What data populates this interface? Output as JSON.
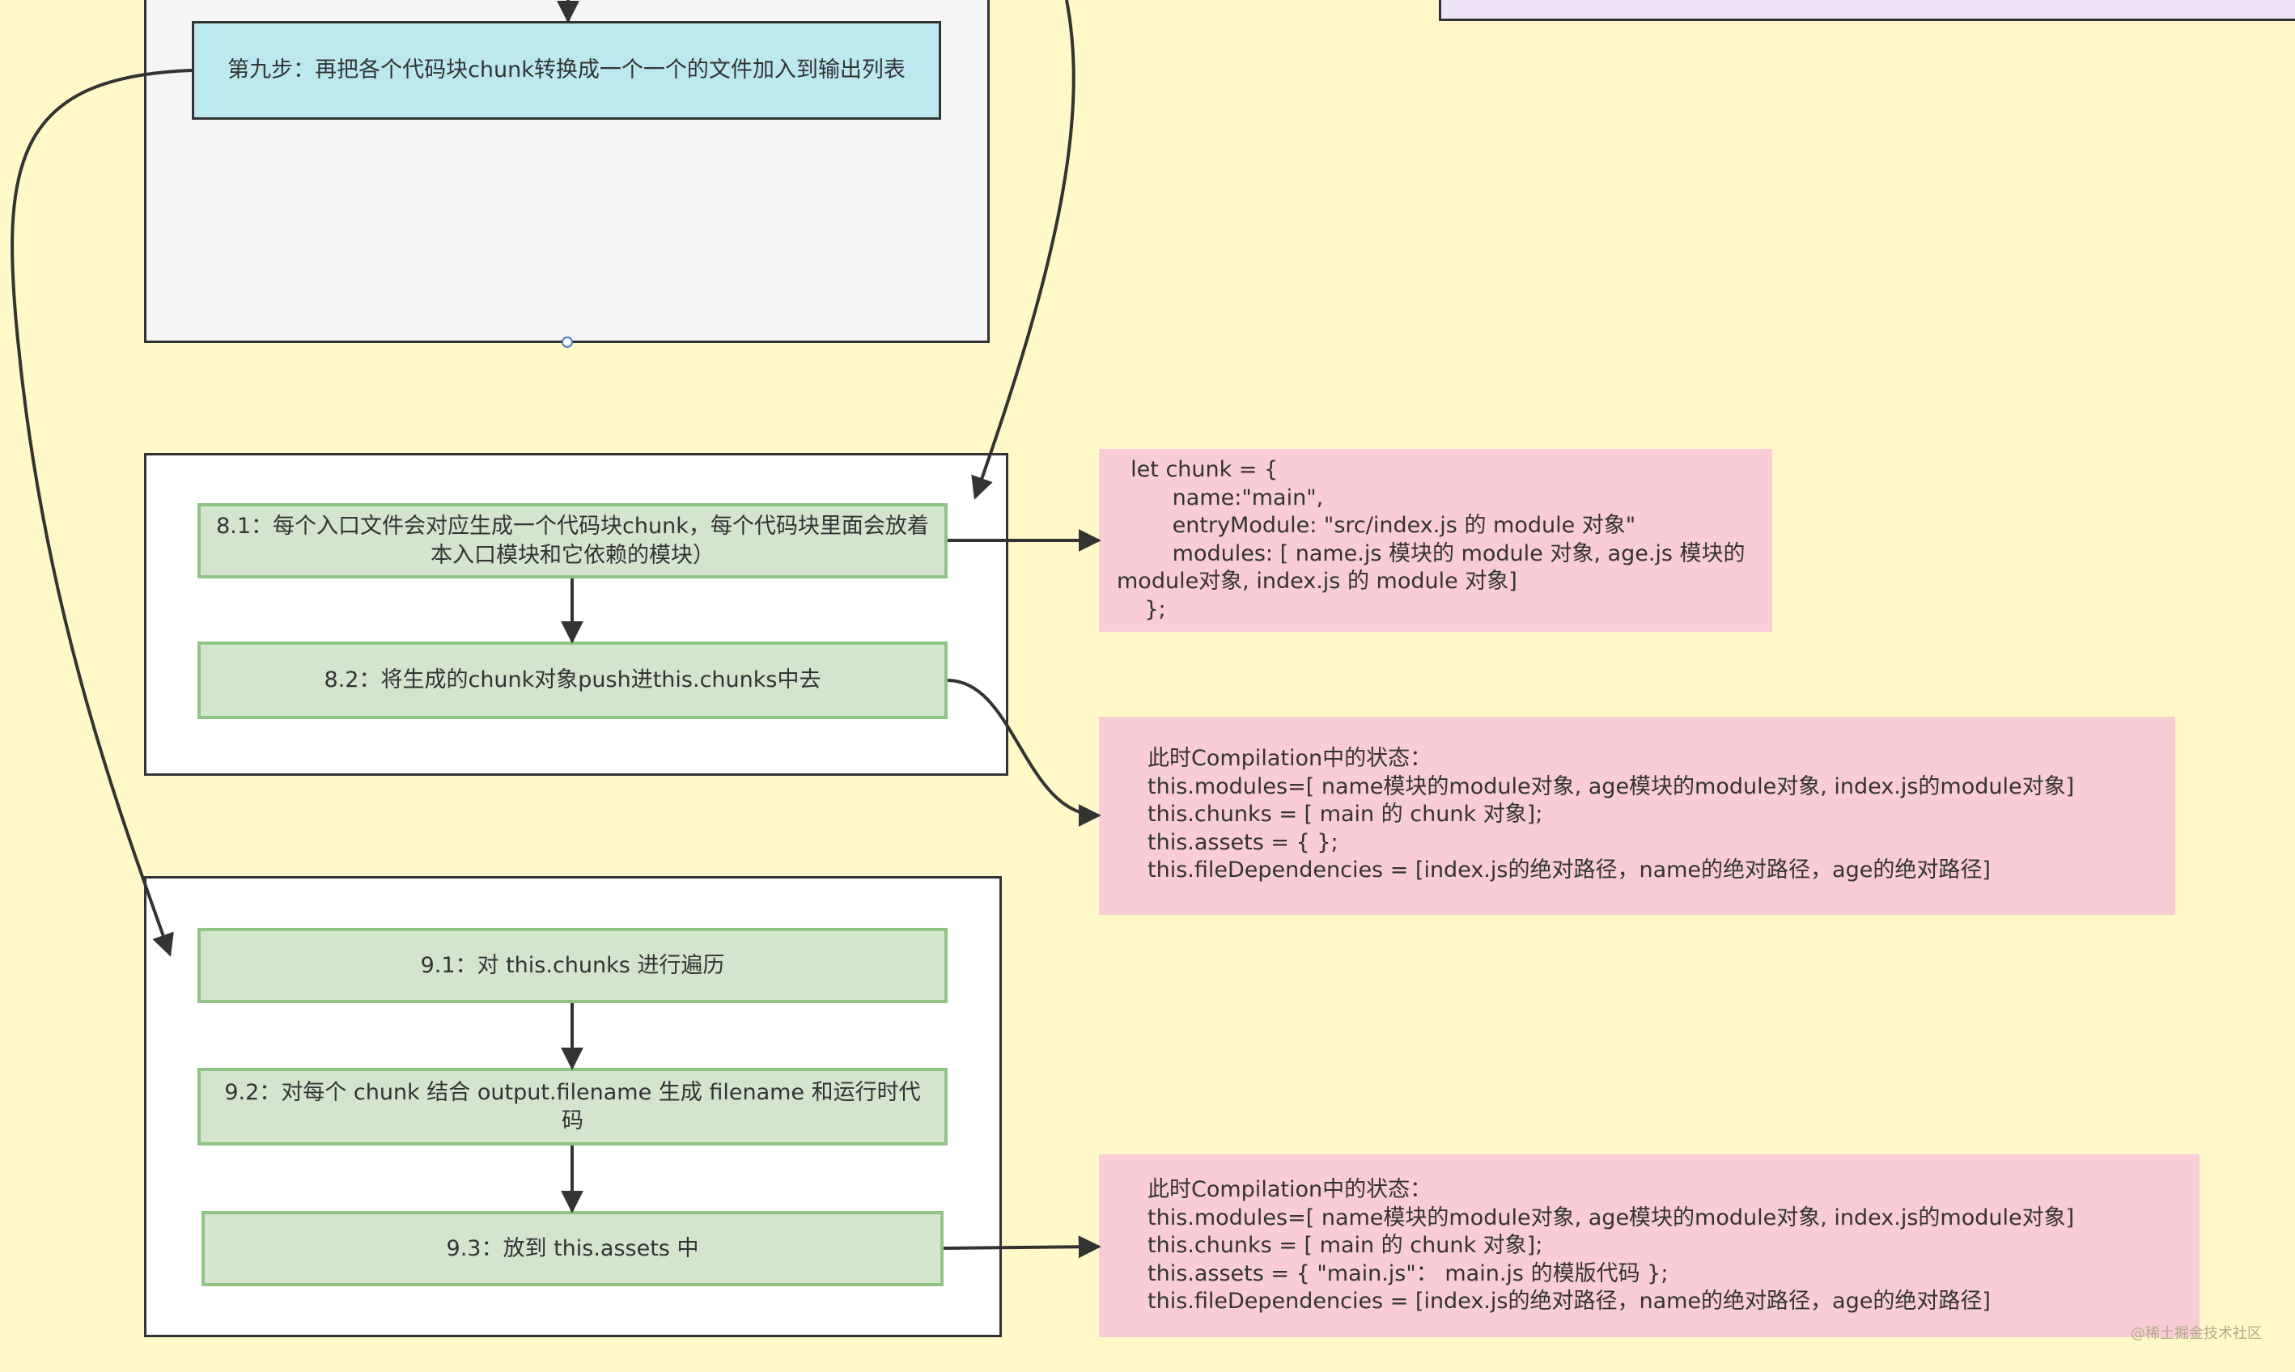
{
  "nodes": {
    "step9": "第九步：再把各个代码块chunk转换成一个一个的文件加入到输出列表",
    "s8_1": "8.1：每个入口文件会对应生成一个代码块chunk，每个代码块里面会放着本入口模块和它依赖的模块）",
    "s8_2": "8.2：将生成的chunk对象push进this.chunks中去",
    "s9_1": "9.1：对 this.chunks 进行遍历",
    "s9_2": "9.2：对每个 chunk 结合 output.filename 生成 filename 和运行时代码",
    "s9_3": "9.3：放到 this.assets 中"
  },
  "notes": {
    "chunk": [
      "  let chunk = {",
      "        name:\"main\",",
      "        entryModule: \"src/index.js 的 module 对象\"",
      "        modules: [ name.js 模块的 module 对象, age.js 模块的",
      "module对象, index.js 的 module 对象]",
      "    };"
    ],
    "state1": [
      "此时Compilation中的状态：",
      "this.modules=[ name模块的module对象, age模块的module对象, index.js的module对象]",
      "this.chunks = [ main 的 chunk 对象];",
      "this.assets = { };",
      "this.fileDependencies = [index.js的绝对路径，name的绝对路径，age的绝对路径]"
    ],
    "state2": [
      "此时Compilation中的状态：",
      "this.modules=[ name模块的module对象, age模块的module对象, index.js的module对象]",
      "this.chunks = [ main 的 chunk 对象];",
      "this.assets = { \"main.js\"： main.js 的模版代码 };",
      "this.fileDependencies = [index.js的绝对路径，name的绝对路径，age的绝对路径]"
    ]
  },
  "watermark": "@稀土掘金技术社区",
  "colors": {
    "background": "#fff8c8",
    "cyan": "#bde8f0",
    "green_fill": "#d3e6cd",
    "green_border": "#8fc485",
    "pink": "#f8cdd5",
    "line": "#333333"
  }
}
